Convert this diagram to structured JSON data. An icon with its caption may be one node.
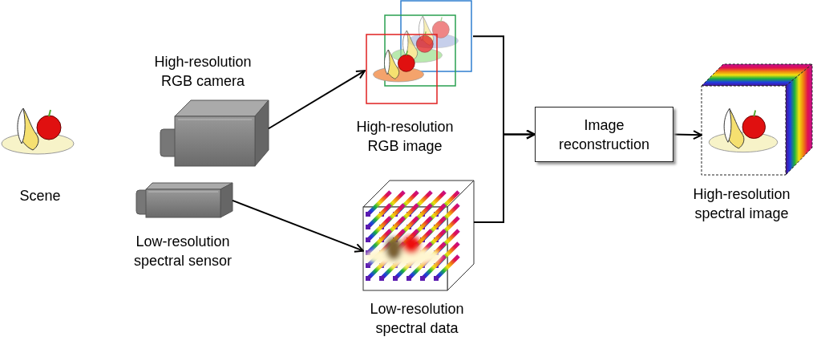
{
  "diagram": {
    "nodes": [
      {
        "text": [],
        "shape": "picture",
        "beside": [
          "Scene"
        ]
      },
      {
        "text": [],
        "shape": "picture",
        "beside": [
          "High-resolution RGB camera"
        ]
      },
      {
        "text": [],
        "shape": "picture",
        "beside": [
          "Low-resolution spectral sensor"
        ]
      },
      {
        "text": [],
        "shape": "picture",
        "beside": [
          "High-resolution RGB image"
        ]
      },
      {
        "text": [],
        "shape": "picture",
        "beside": [
          "Low-resolution spectral data"
        ]
      },
      {
        "text": [
          "Image reconstruction"
        ]
      },
      {
        "text": [],
        "shape": "picture",
        "beside": [
          "High-resolution spectral image"
        ]
      }
    ],
    "edges": [
      {
        "from": 1,
        "to": 3,
        "arrow": "to"
      },
      {
        "from": 2,
        "to": 4,
        "arrow": "to"
      },
      {
        "from": 3,
        "to": 5,
        "arrow": "to"
      },
      {
        "from": 4,
        "to": 5,
        "arrow": "to"
      },
      {
        "from": 5,
        "to": 6,
        "arrow": "to"
      }
    ]
  }
}
